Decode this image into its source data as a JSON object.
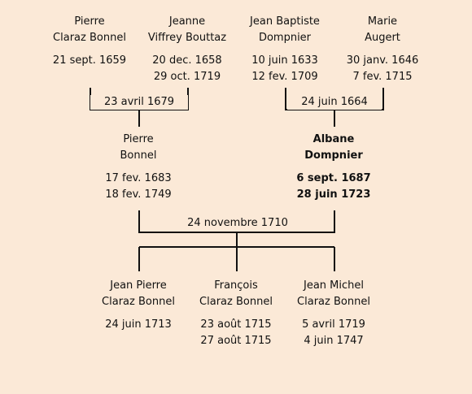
{
  "generation1": [
    {
      "line1": "Pierre",
      "line2": "Claraz Bonnel",
      "birth": "21 sept. 1659",
      "death": ""
    },
    {
      "line1": "Jeanne",
      "line2": "Viffrey Bouttaz",
      "birth": "20 dec. 1658",
      "death": "29 oct. 1719"
    },
    {
      "line1": "Jean Baptiste",
      "line2": "Dompnier",
      "birth": "10 juin 1633",
      "death": "12 fev. 1709"
    },
    {
      "line1": "Marie",
      "line2": "Augert",
      "birth": "30 janv. 1646",
      "death": "7 fev. 1715"
    }
  ],
  "marriages_g1": [
    "23 avril 1679",
    "24 juin 1664"
  ],
  "generation2": [
    {
      "line1": "Pierre",
      "line2": "Bonnel",
      "birth": "17 fev. 1683",
      "death": "18 fev. 1749"
    },
    {
      "line1": "Albane",
      "line2": "Dompnier",
      "birth": "6 sept. 1687",
      "death": "28 juin 1723"
    }
  ],
  "marriage_g2": "24 novembre 1710",
  "generation3": [
    {
      "line1": "Jean Pierre",
      "line2": "Claraz Bonnel",
      "birth": "24 juin 1713",
      "death": ""
    },
    {
      "line1": "François",
      "line2": "Claraz Bonnel",
      "birth": "23 août 1715",
      "death": "27 août 1715"
    },
    {
      "line1": "Jean Michel",
      "line2": "Claraz Bonnel",
      "birth": "5 avril 1719",
      "death": "4 juin 1747"
    }
  ]
}
